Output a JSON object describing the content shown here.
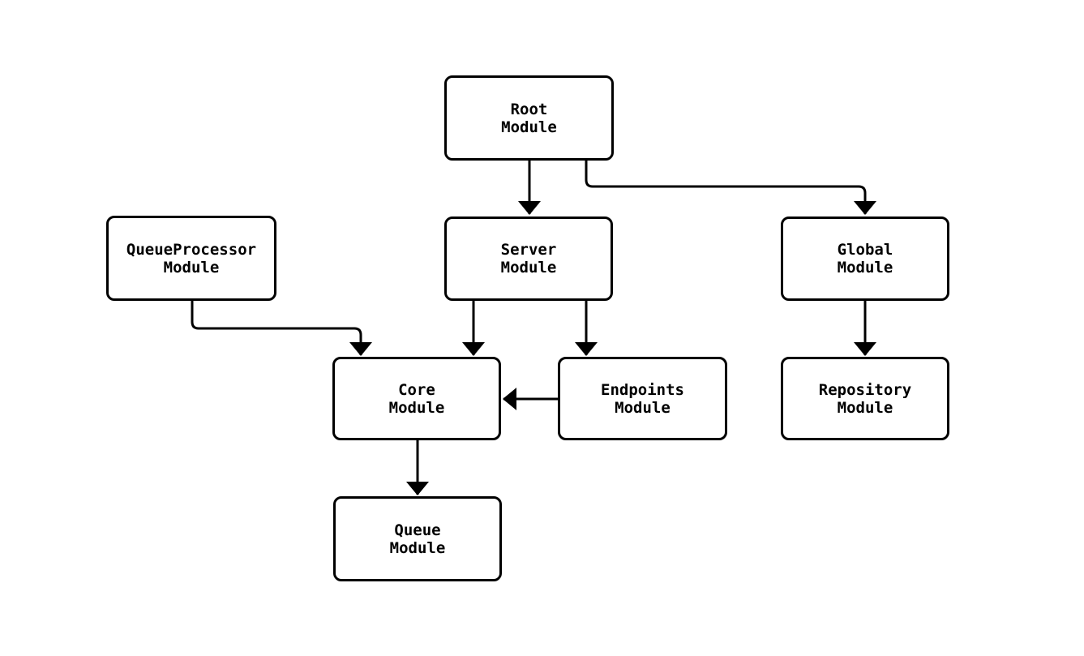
{
  "diagram": {
    "type": "module-dependency-graph",
    "background_color": "#ffffff",
    "colors": {
      "node_fill": "#ffffff",
      "node_border": "#000000",
      "edge": "#000000",
      "text": "#000000"
    },
    "nodes": {
      "root": {
        "line1": "Root",
        "line2": "Module"
      },
      "queueprocessor": {
        "line1": "QueueProcessor",
        "line2": "Module"
      },
      "server": {
        "line1": "Server",
        "line2": "Module"
      },
      "global": {
        "line1": "Global",
        "line2": "Module"
      },
      "core": {
        "line1": "Core",
        "line2": "Module"
      },
      "endpoints": {
        "line1": "Endpoints",
        "line2": "Module"
      },
      "repository": {
        "line1": "Repository",
        "line2": "Module"
      },
      "queue": {
        "line1": "Queue",
        "line2": "Module"
      }
    },
    "edges": [
      {
        "from": "Root Module",
        "to": "Server Module"
      },
      {
        "from": "Root Module",
        "to": "Global Module"
      },
      {
        "from": "QueueProcessor Module",
        "to": "Core Module"
      },
      {
        "from": "Server Module",
        "to": "Core Module"
      },
      {
        "from": "Server Module",
        "to": "Endpoints Module"
      },
      {
        "from": "Endpoints Module",
        "to": "Core Module"
      },
      {
        "from": "Global Module",
        "to": "Repository Module"
      },
      {
        "from": "Core Module",
        "to": "Queue Module"
      }
    ]
  }
}
